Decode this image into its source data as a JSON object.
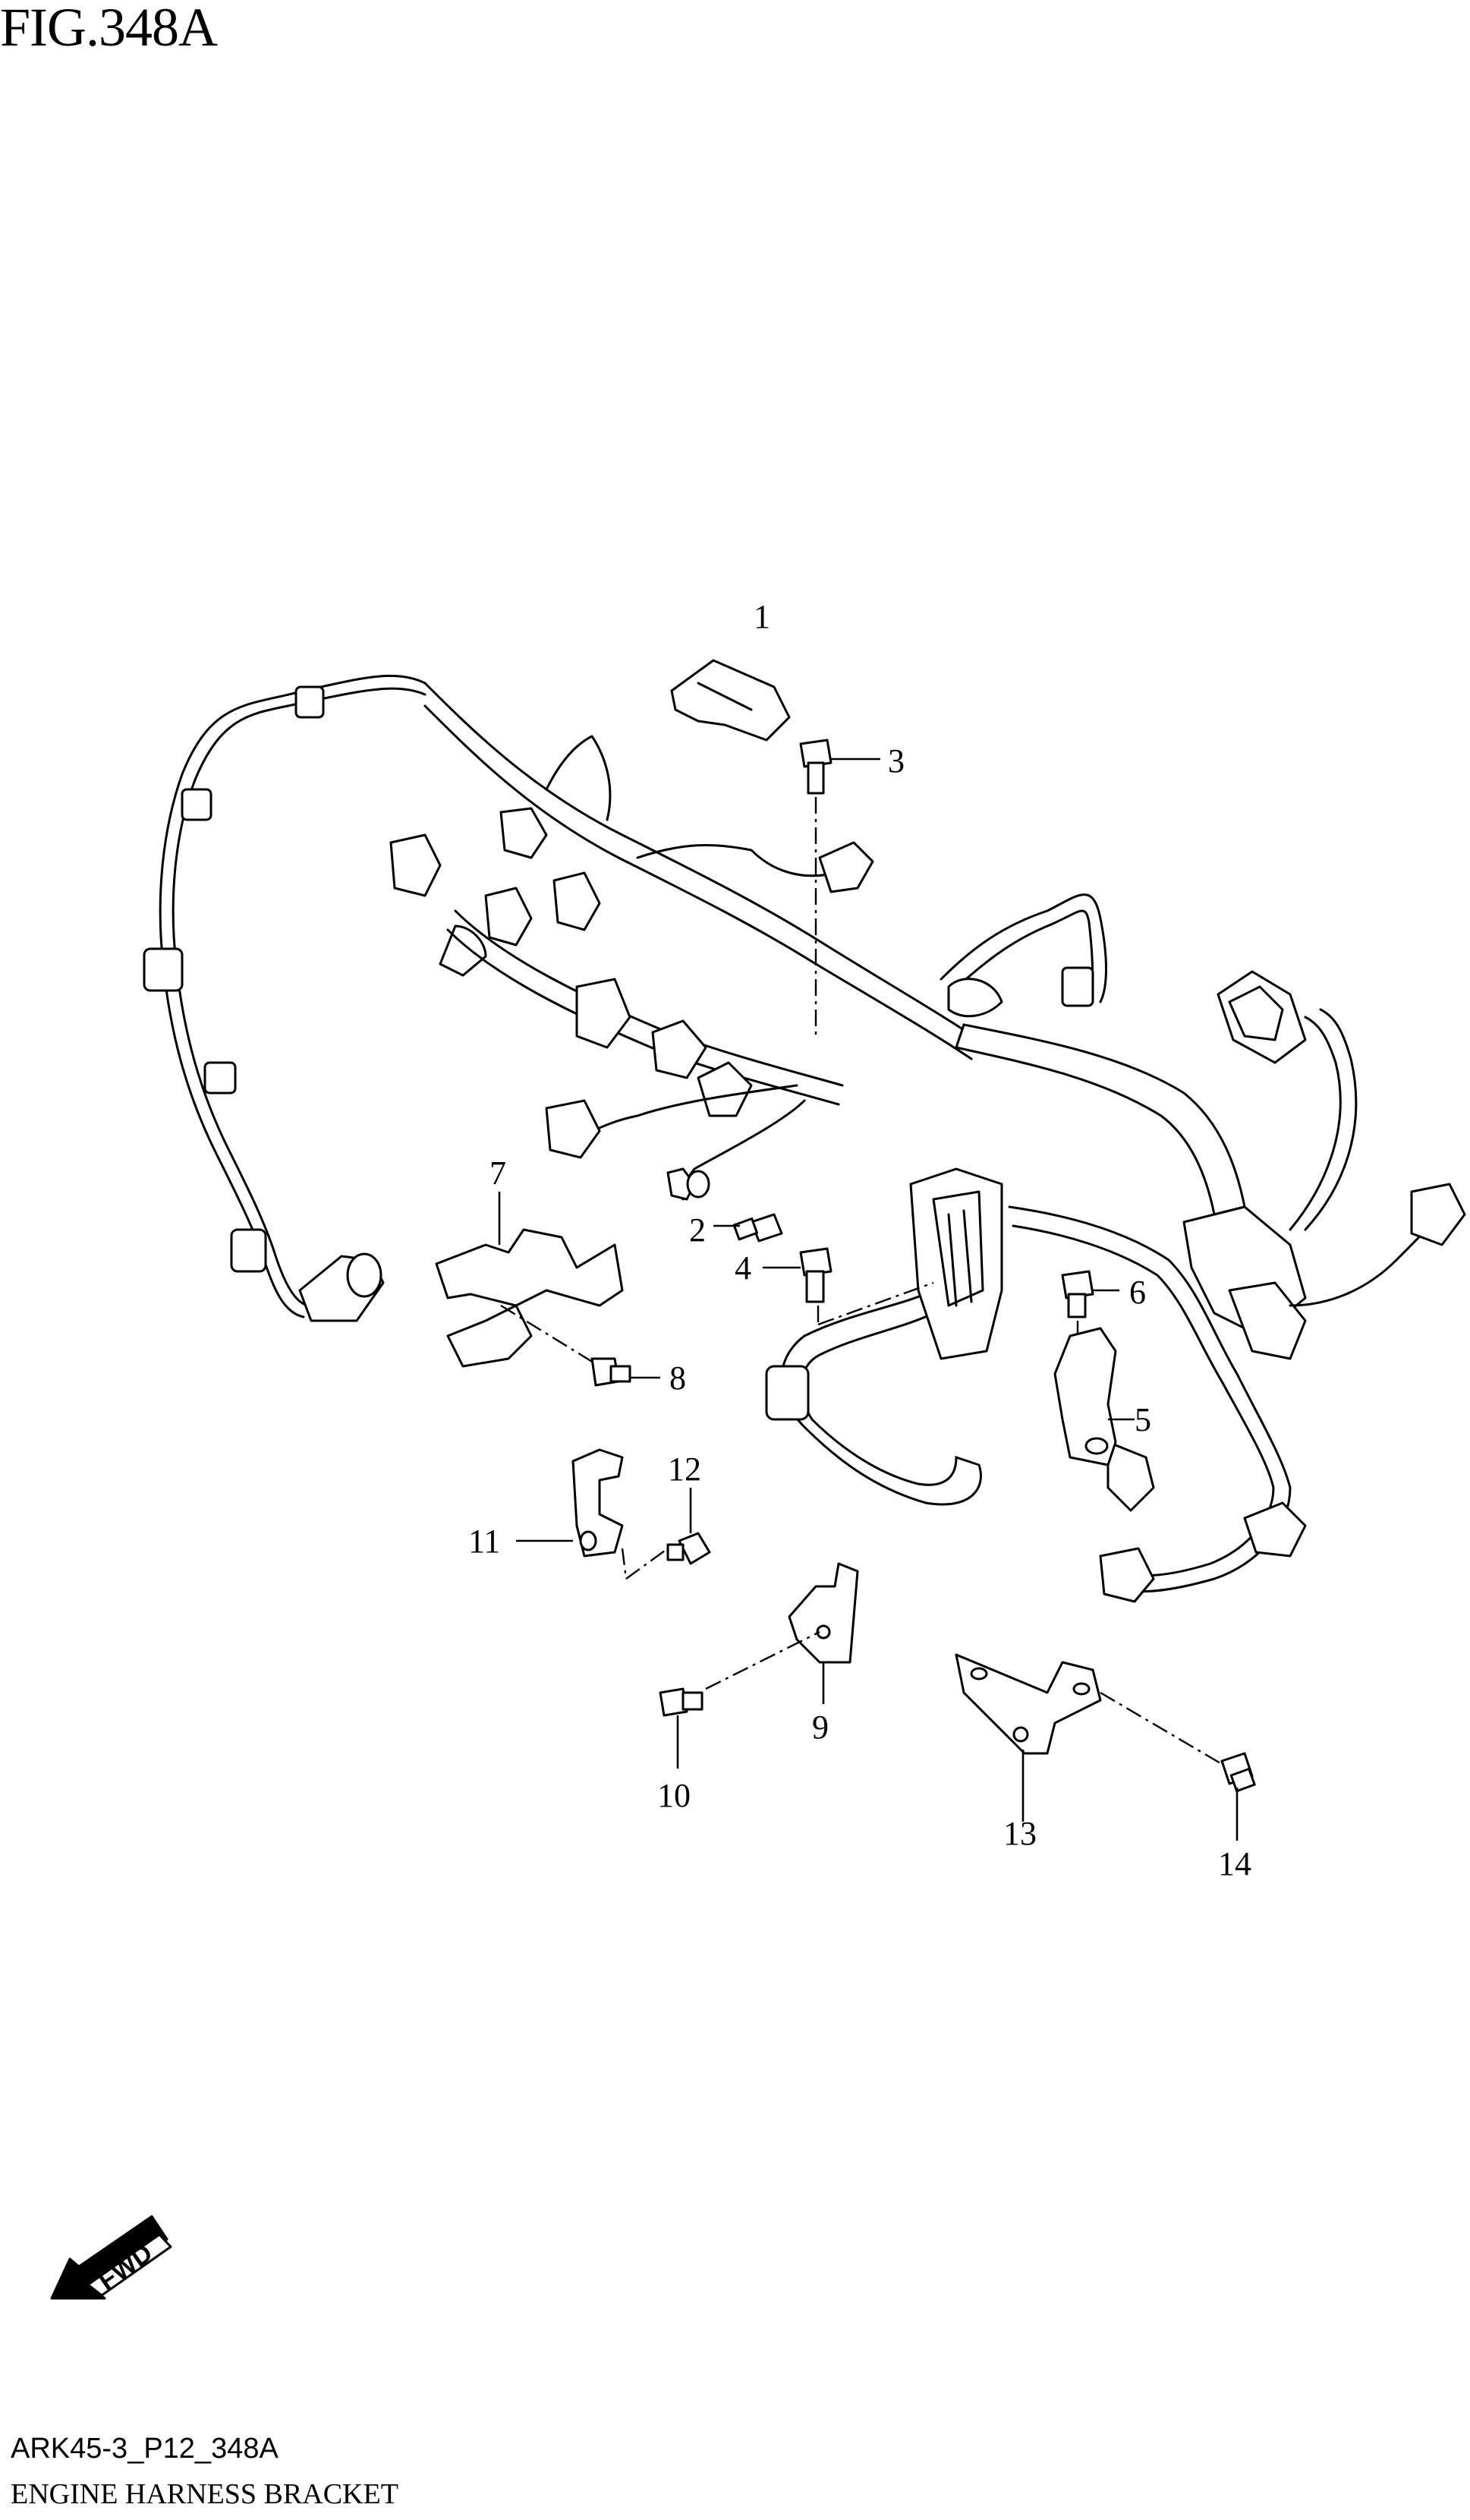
{
  "figure": {
    "title": "FIG.348A"
  },
  "footer": {
    "code": "ARK45-3_P12_348A",
    "name": "ENGINE HARNESS BRACKET"
  },
  "fwd": {
    "label": "FWD"
  },
  "callouts": {
    "c1": "1",
    "c2": "2",
    "c3": "3",
    "c4": "4",
    "c5": "5",
    "c6": "6",
    "c7": "7",
    "c8": "8",
    "c9": "9",
    "c10": "10",
    "c11": "11",
    "c12": "12",
    "c13": "13",
    "c14": "14"
  }
}
